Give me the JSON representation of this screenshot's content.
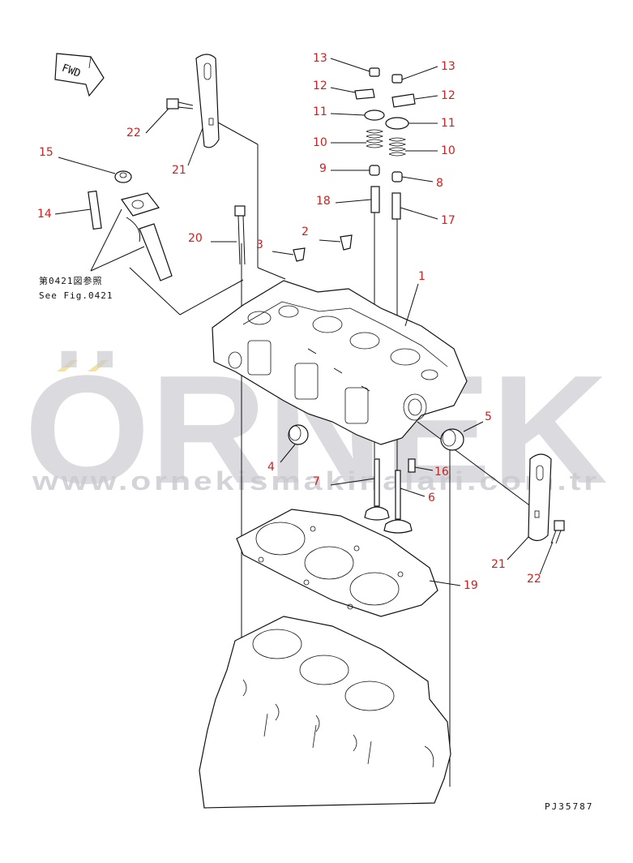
{
  "fwd_label": "FWD",
  "see_fig": {
    "japanese": "第0421図参照",
    "english": "See Fig.0421"
  },
  "callouts": [
    "1",
    "2",
    "3",
    "4",
    "5",
    "6",
    "7",
    "8",
    "9",
    "10",
    "10",
    "11",
    "11",
    "12",
    "12",
    "13",
    "13",
    "14",
    "15",
    "16",
    "17",
    "18",
    "19",
    "20",
    "21",
    "21",
    "22",
    "22"
  ],
  "drawing_code": "PJ35787",
  "watermark": {
    "brand": "ÖRNEK",
    "url": "www.ornekismakinalari.com.tr"
  },
  "colors": {
    "callout": "#cc2222",
    "line": "#111111",
    "watermark": "#c9c9cf",
    "watermark_accent": "#f3e3a0"
  }
}
